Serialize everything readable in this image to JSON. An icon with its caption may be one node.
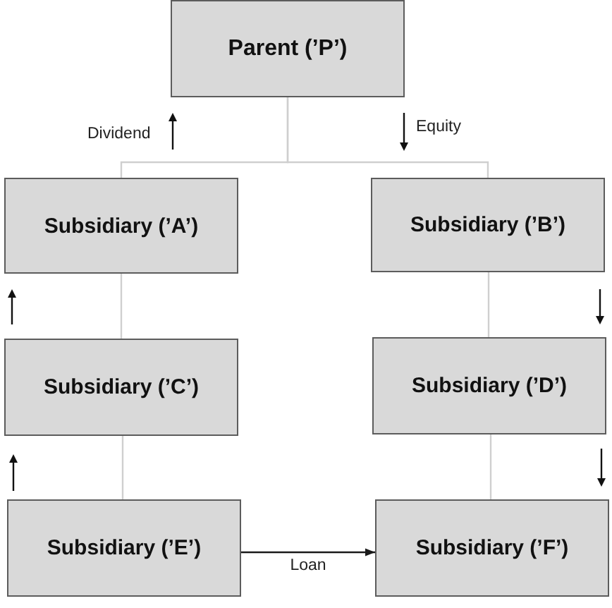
{
  "diagram": {
    "nodes": [
      {
        "text": [
          "Parent (’P’)"
        ]
      },
      {
        "text": [
          "Subsidiary (’A’)"
        ]
      },
      {
        "text": [
          "Subsidiary (’B’)"
        ]
      },
      {
        "text": [
          "Subsidiary (’C’)"
        ]
      },
      {
        "text": [
          "Subsidiary (’D’)"
        ]
      },
      {
        "text": [
          "Subsidiary (’E’)"
        ]
      },
      {
        "text": [
          "Subsidiary (’F’)"
        ]
      }
    ],
    "edges": [
      {
        "from": 0,
        "to": 1,
        "arrow": "none"
      },
      {
        "from": 0,
        "to": 2,
        "arrow": "none"
      },
      {
        "from": 1,
        "to": 3,
        "arrow": "none"
      },
      {
        "from": 2,
        "to": 4,
        "arrow": "none"
      },
      {
        "from": 3,
        "to": 5,
        "arrow": "none"
      },
      {
        "from": 4,
        "to": 6,
        "arrow": "none"
      },
      {
        "from": 5,
        "to": 6,
        "arrow": "to",
        "label": "Loan",
        "color": "#1a1a1a"
      }
    ],
    "labels": [
      "Dividend",
      "Equity"
    ]
  }
}
